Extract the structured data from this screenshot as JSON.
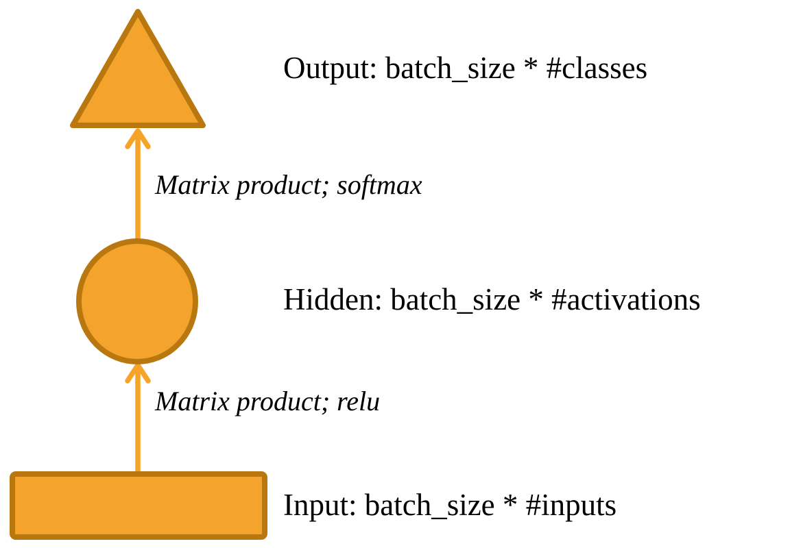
{
  "diagram": {
    "type": "neural-network-layer-diagram",
    "nodes": [
      {
        "id": "output",
        "shape": "triangle",
        "label": "Output: batch_size * #classes"
      },
      {
        "id": "hidden",
        "shape": "circle",
        "label": "Hidden: batch_size * #activations"
      },
      {
        "id": "input",
        "shape": "rectangle",
        "label": "Input: batch_size * #inputs"
      }
    ],
    "edges": [
      {
        "from": "hidden",
        "to": "output",
        "label": "Matrix product; softmax"
      },
      {
        "from": "input",
        "to": "hidden",
        "label": "Matrix product; relu"
      }
    ],
    "colors": {
      "shape_fill": "#F4A42C",
      "shape_border": "#B9780F",
      "arrow": "#F6A428",
      "text": "#000000",
      "background": "#FFFFFF"
    }
  }
}
